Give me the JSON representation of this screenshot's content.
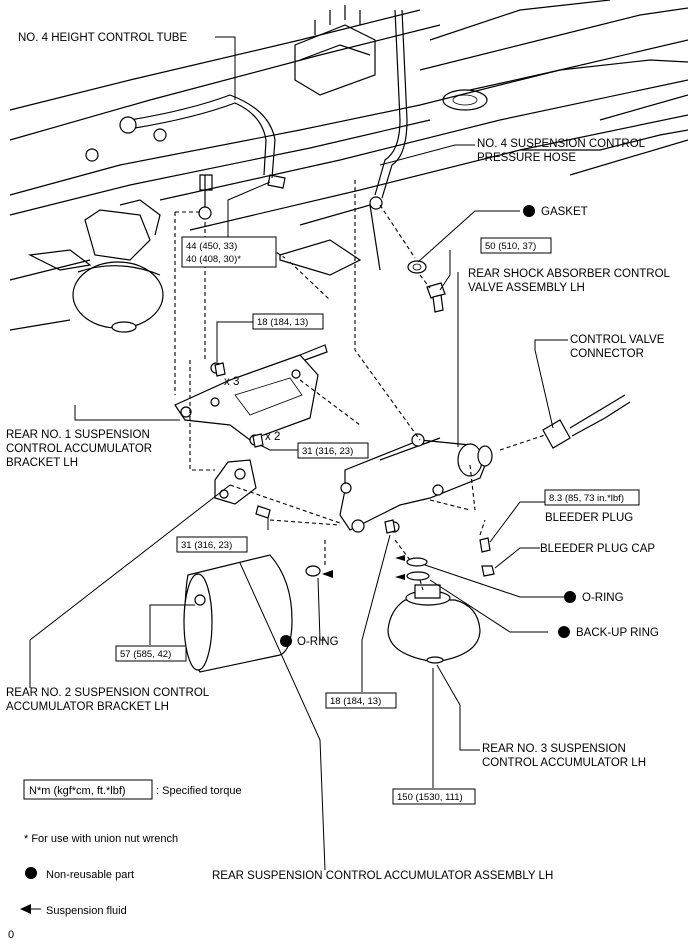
{
  "labels": {
    "height_tube": "NO. 4 HEIGHT CONTROL TUBE",
    "pressure_hose_1": "NO. 4 SUSPENSION CONTROL",
    "pressure_hose_2": "PRESSURE HOSE",
    "gasket": "GASKET",
    "valve_1": "REAR SHOCK ABSORBER CONTROL",
    "valve_2": "VALVE ASSEMBLY LH",
    "connector_1": "CONTROL VALVE",
    "connector_2": "CONNECTOR",
    "bracket1_1": "REAR NO. 1 SUSPENSION",
    "bracket1_2": "CONTROL ACCUMULATOR",
    "bracket1_3": "BRACKET LH",
    "bleeder_plug": "BLEEDER PLUG",
    "bleeder_cap": "BLEEDER PLUG CAP",
    "oring_right": "O-RING",
    "backup_ring": "BACK-UP RING",
    "oring_left": "O-RING",
    "bracket2_1": "REAR NO. 2 SUSPENSION CONTROL",
    "bracket2_2": "ACCUMULATOR BRACKET LH",
    "acc3_1": "REAR NO. 3 SUSPENSION",
    "acc3_2": "CONTROL ACCUMULATOR LH",
    "acc_assy": "REAR SUSPENSION CONTROL ACCUMULATOR ASSEMBLY LH",
    "x3": "x 3",
    "x2": "x 2"
  },
  "torques": {
    "t44": "44 (450, 33)",
    "t40": "40 (408, 30)*",
    "t50": "50 (510, 37)",
    "t18a": "18 (184, 13)",
    "t31a": "31 (316, 23)",
    "t83": "8.3 (85, 73 in.*lbf)",
    "t31b": "31 (316, 23)",
    "t57": "57 (585, 42)",
    "t18b": "18 (184, 13)",
    "t150": "150 (1530, 111)"
  },
  "legend": {
    "torque_box": "N*m (kgf*cm, ft.*lbf)",
    "torque_desc": ": Specified torque",
    "union_nut": "* For use with union nut wrench",
    "non_reusable": "Non-reusable part",
    "fluid": "Suspension fluid"
  },
  "corner_mark": "0"
}
